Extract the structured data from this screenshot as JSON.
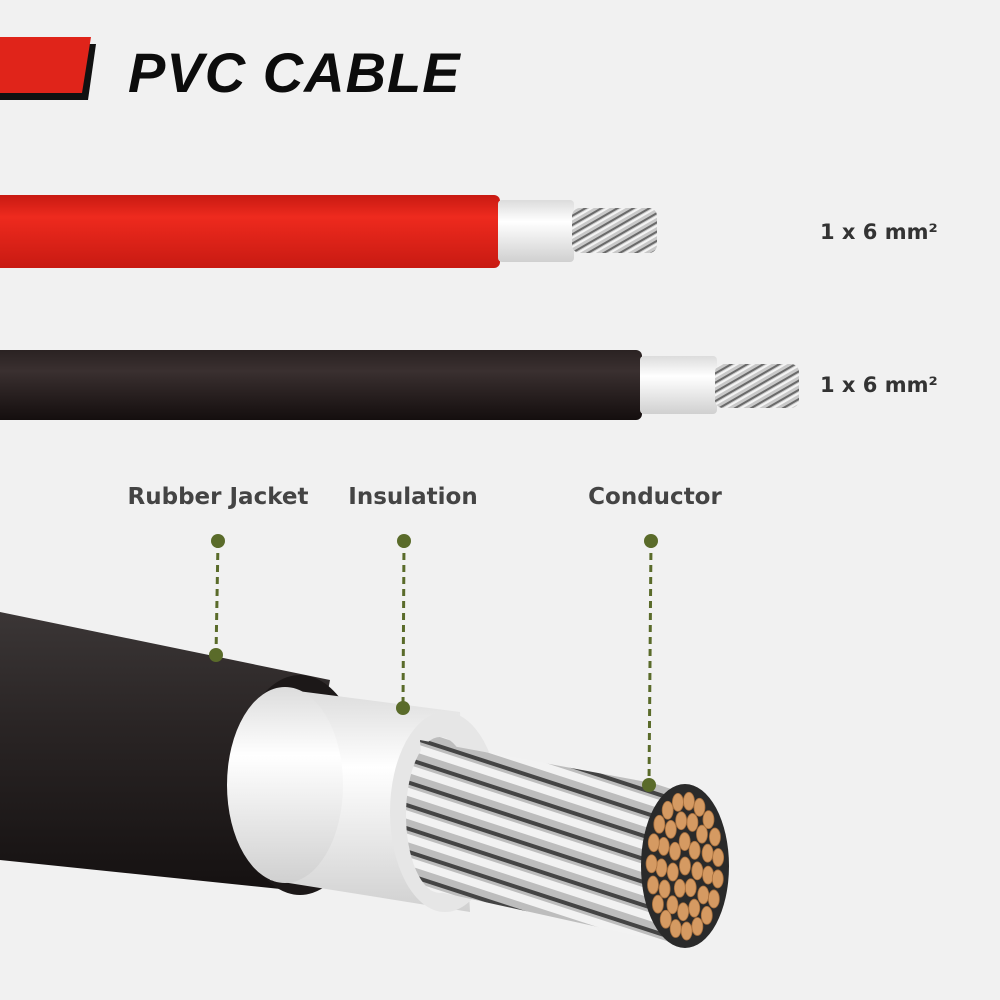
{
  "header": {
    "title": "PVC CABLE"
  },
  "cables": [
    {
      "color": "red",
      "spec": "1 x 6 mm²"
    },
    {
      "color": "black",
      "spec": "1 x 6 mm²"
    }
  ],
  "parts": [
    {
      "label": "Rubber Jacket"
    },
    {
      "label": "Insulation"
    },
    {
      "label": "Conductor"
    }
  ],
  "colors": {
    "red": "#e0241a",
    "black": "#1a1414",
    "marker": "#5a6b2a",
    "copper": "#d59a62",
    "background": "#f1f1f1"
  }
}
